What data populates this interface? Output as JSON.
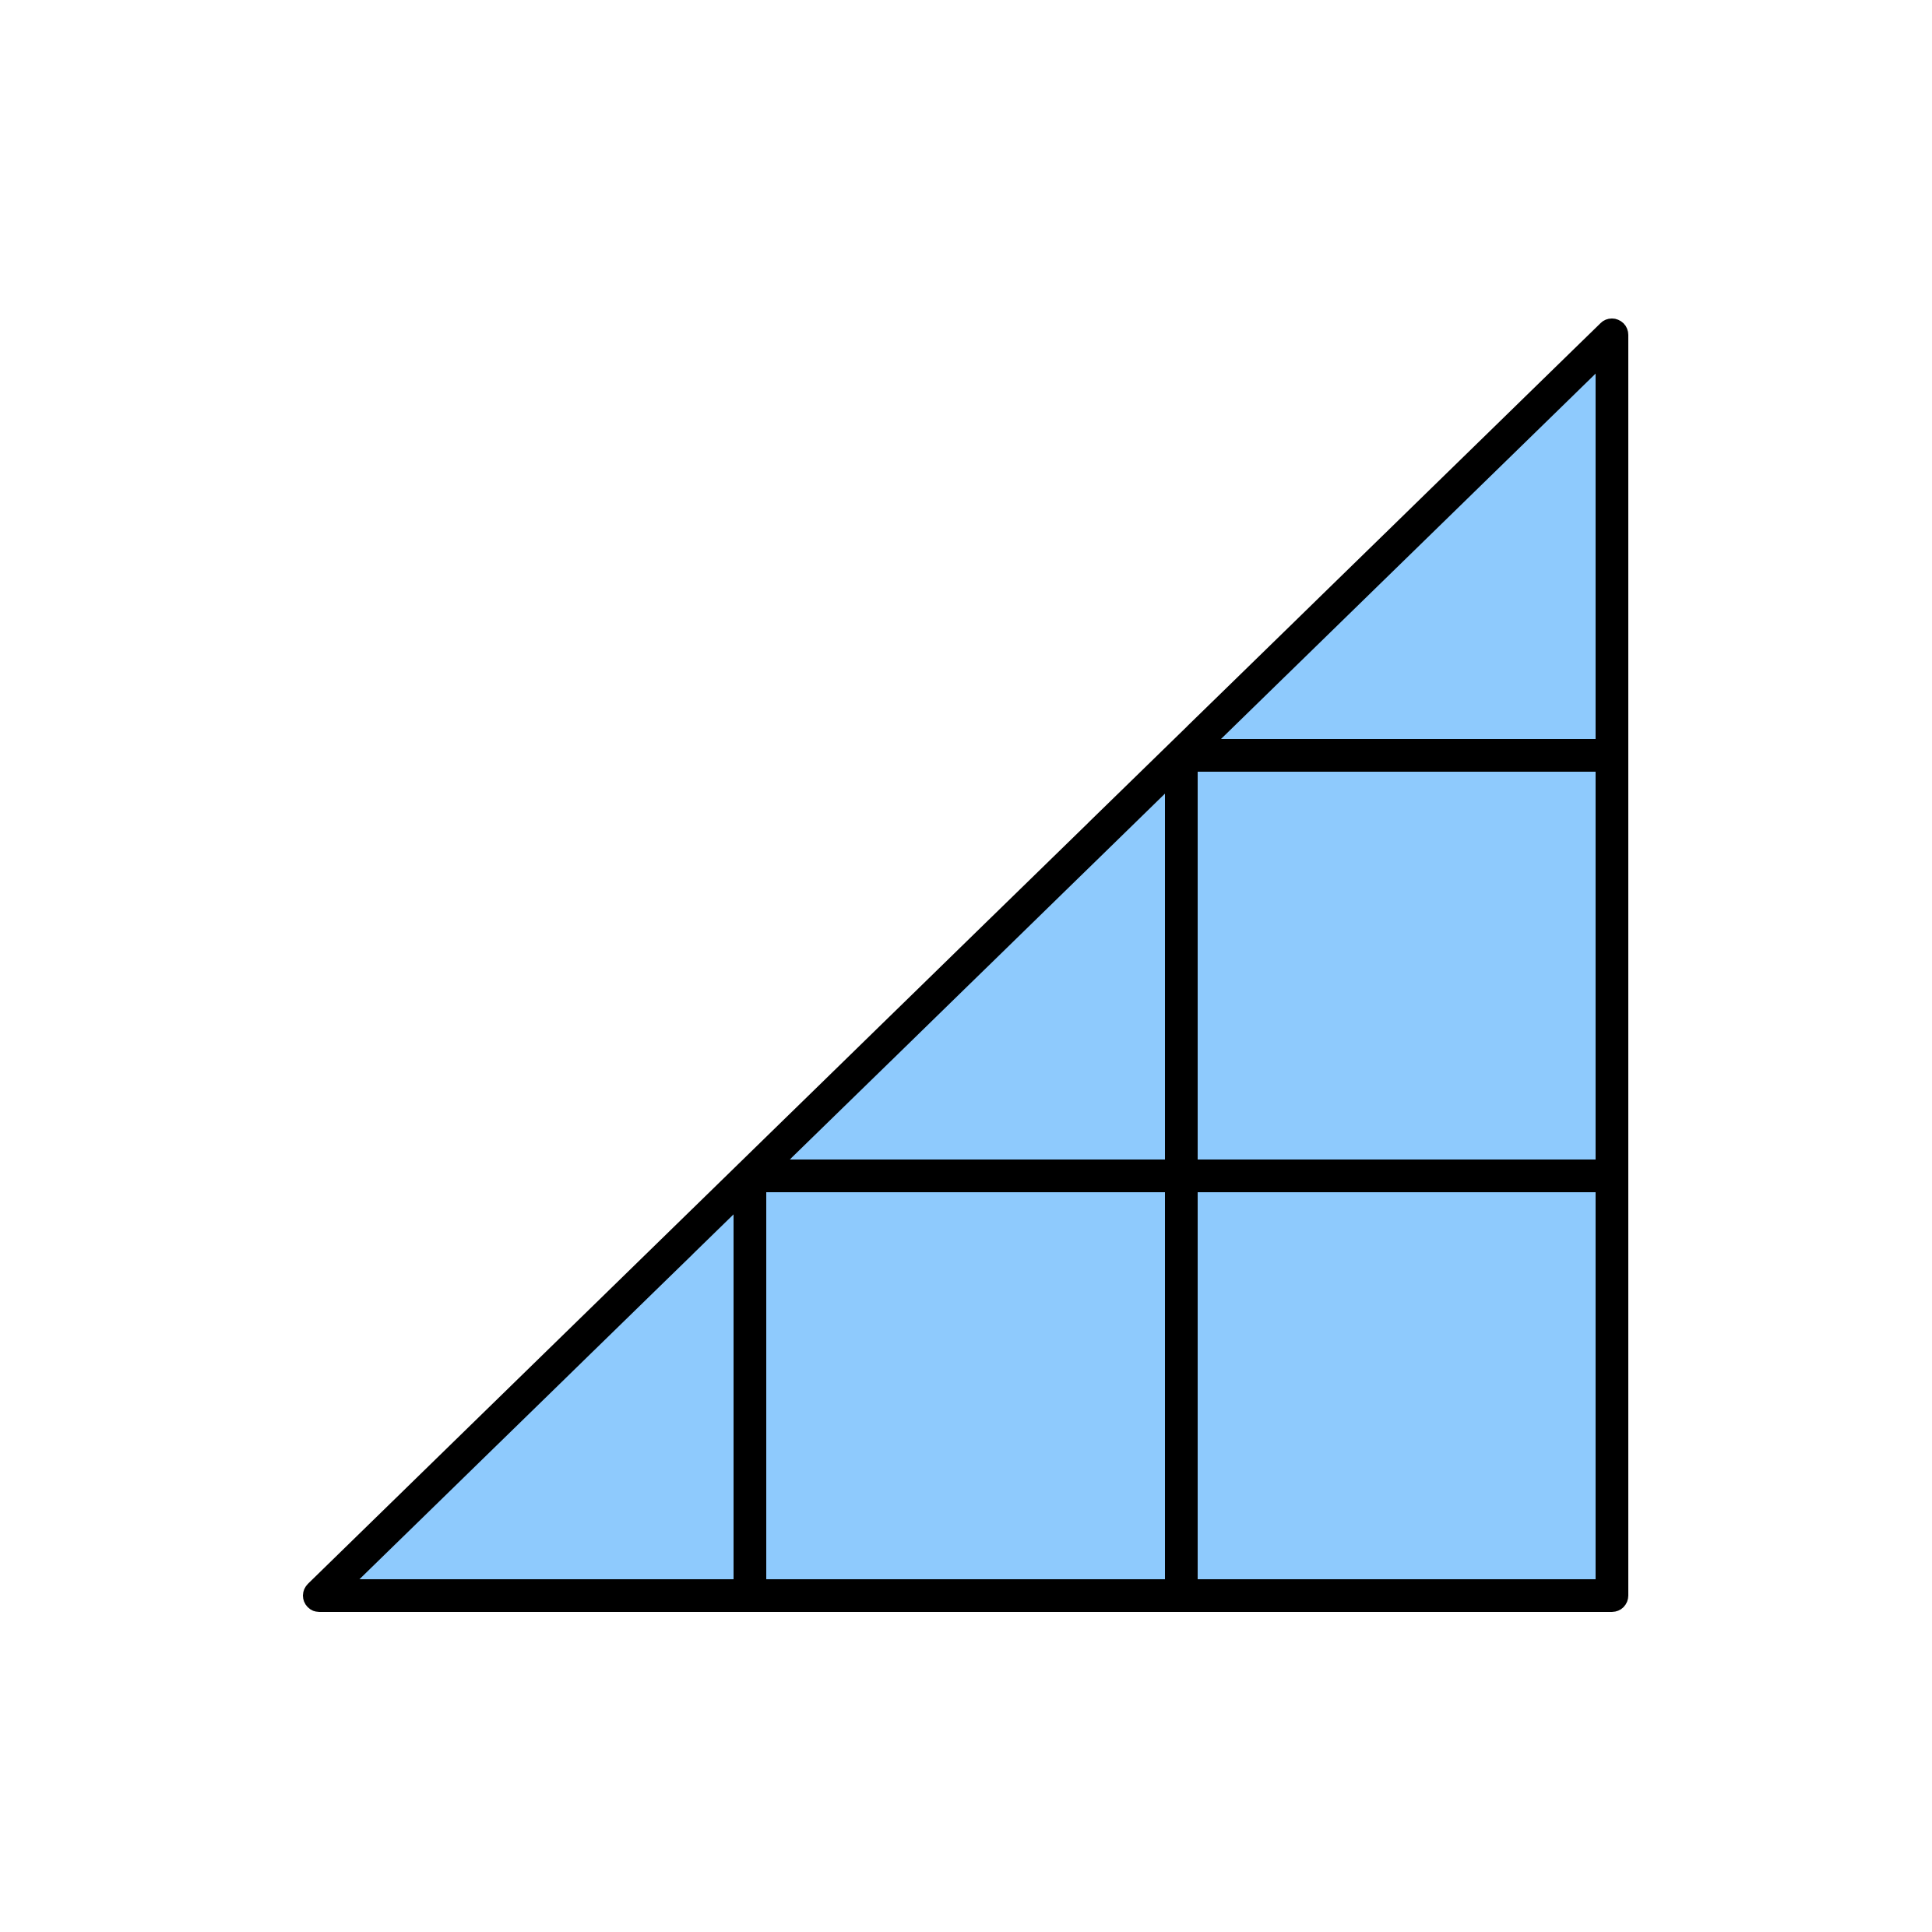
{
  "figure": {
    "shape": "right-triangle",
    "fill_color": "#8ecafd",
    "stroke_color": "#000000",
    "background_color": "#ffffff",
    "grid_columns": 3,
    "grid_rows": 3,
    "unit_squares_inside": 3,
    "half_squares_on_hypotenuse": 3
  }
}
